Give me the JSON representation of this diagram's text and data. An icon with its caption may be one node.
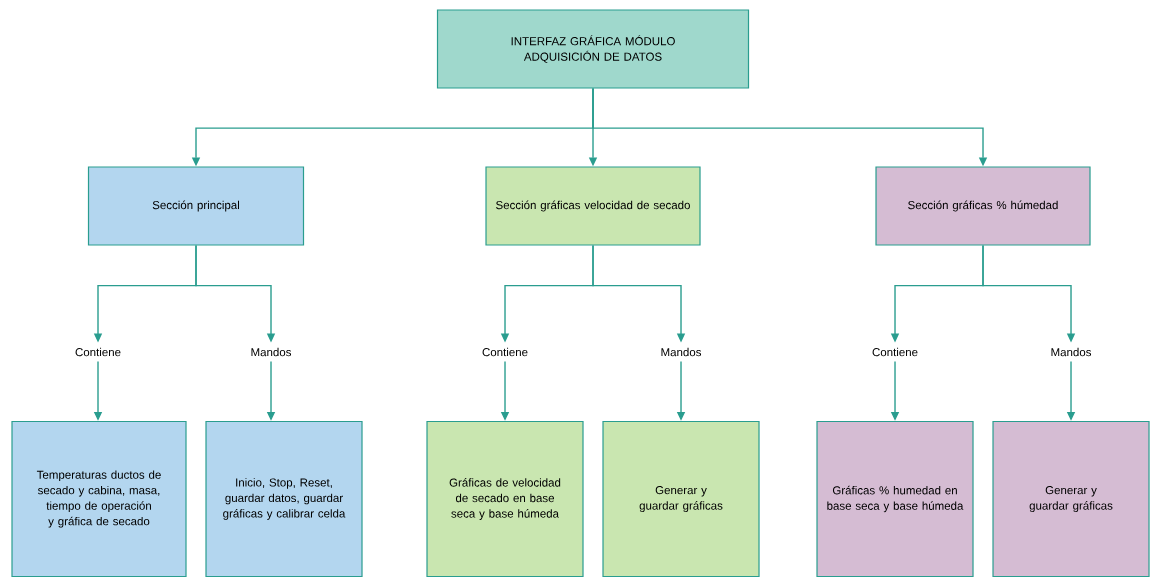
{
  "diagram": {
    "nodes": [
      {
        "text": [
          "INTERFAZ GRÁFICA MÓDULO ADQUISICIÓN DE DATOS"
        ]
      },
      {
        "text": [
          "Sección principal"
        ]
      },
      {
        "text": [
          "Sección gráficas velocidad de secado"
        ]
      },
      {
        "text": [
          "Sección gráficas % húmedad"
        ]
      },
      {
        "text": [
          "Contiene"
        ]
      },
      {
        "text": [
          "Mandos"
        ]
      },
      {
        "text": [
          "Contiene"
        ]
      },
      {
        "text": [
          "Mandos"
        ]
      },
      {
        "text": [
          "Contiene"
        ]
      },
      {
        "text": [
          "Mandos"
        ]
      },
      {
        "text": [
          "Temperaturas ductos de secado y cabina, masa, tiempo de operación y gráfica de secado"
        ]
      },
      {
        "text": [
          "Inicio, Stop, Reset, guardar datos, guardar gráficas y calibrar celda"
        ]
      },
      {
        "text": [
          "Gráficas de velocidad de secado en base seca y base húmeda"
        ]
      },
      {
        "text": [
          "Generar y guardar gráficas"
        ]
      },
      {
        "text": [
          "Gráficas % humedad en base seca y base húmeda"
        ]
      },
      {
        "text": [
          "Generar y guardar gráficas"
        ]
      }
    ],
    "edges": [
      {
        "from": 0,
        "to": 1,
        "arrow": "to"
      },
      {
        "from": 0,
        "to": 2,
        "arrow": "to"
      },
      {
        "from": 0,
        "to": 3,
        "arrow": "to"
      },
      {
        "from": 1,
        "to": 4,
        "arrow": "to"
      },
      {
        "from": 1,
        "to": 5,
        "arrow": "to"
      },
      {
        "from": 2,
        "to": 6,
        "arrow": "to"
      },
      {
        "from": 2,
        "to": 7,
        "arrow": "to"
      },
      {
        "from": 3,
        "to": 8,
        "arrow": "to"
      },
      {
        "from": 3,
        "to": 9,
        "arrow": "to"
      },
      {
        "from": 4,
        "to": 10,
        "arrow": "to"
      },
      {
        "from": 5,
        "to": 11,
        "arrow": "to"
      },
      {
        "from": 6,
        "to": 12,
        "arrow": "to"
      },
      {
        "from": 7,
        "to": 13,
        "arrow": "to"
      },
      {
        "from": 8,
        "to": 14,
        "arrow": "to"
      },
      {
        "from": 9,
        "to": 15,
        "arrow": "to"
      }
    ]
  }
}
